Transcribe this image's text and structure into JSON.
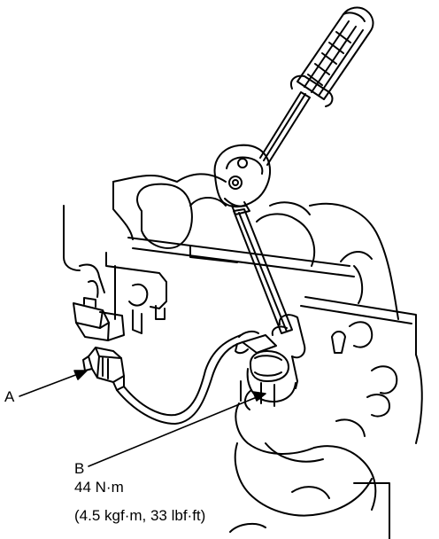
{
  "diagram": {
    "callouts": {
      "a": "A",
      "b": "B"
    },
    "torque": {
      "metric": "44 N·m",
      "alternate": "(4.5 kgf·m, 33 lbf·ft)"
    },
    "line_color": "#000000",
    "background": "#ffffff"
  }
}
